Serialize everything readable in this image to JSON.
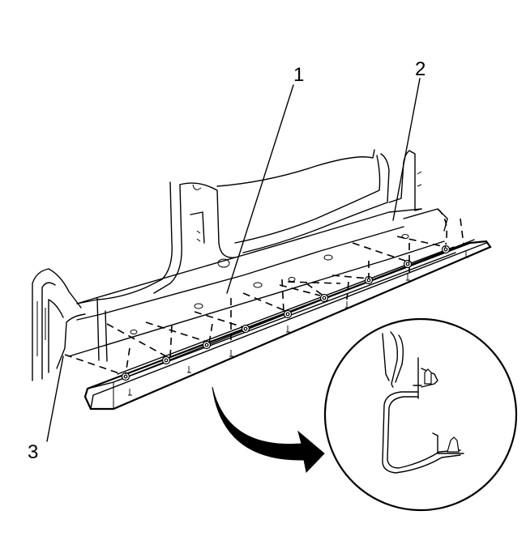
{
  "callouts": {
    "c1": "1",
    "c2": "2",
    "c3": "3"
  },
  "icons": [
    "rocker-panel",
    "retainer-clip",
    "detail-arrow",
    "detail-magnifier-circle"
  ],
  "colors": {
    "line": "#000000",
    "background": "#ffffff"
  }
}
